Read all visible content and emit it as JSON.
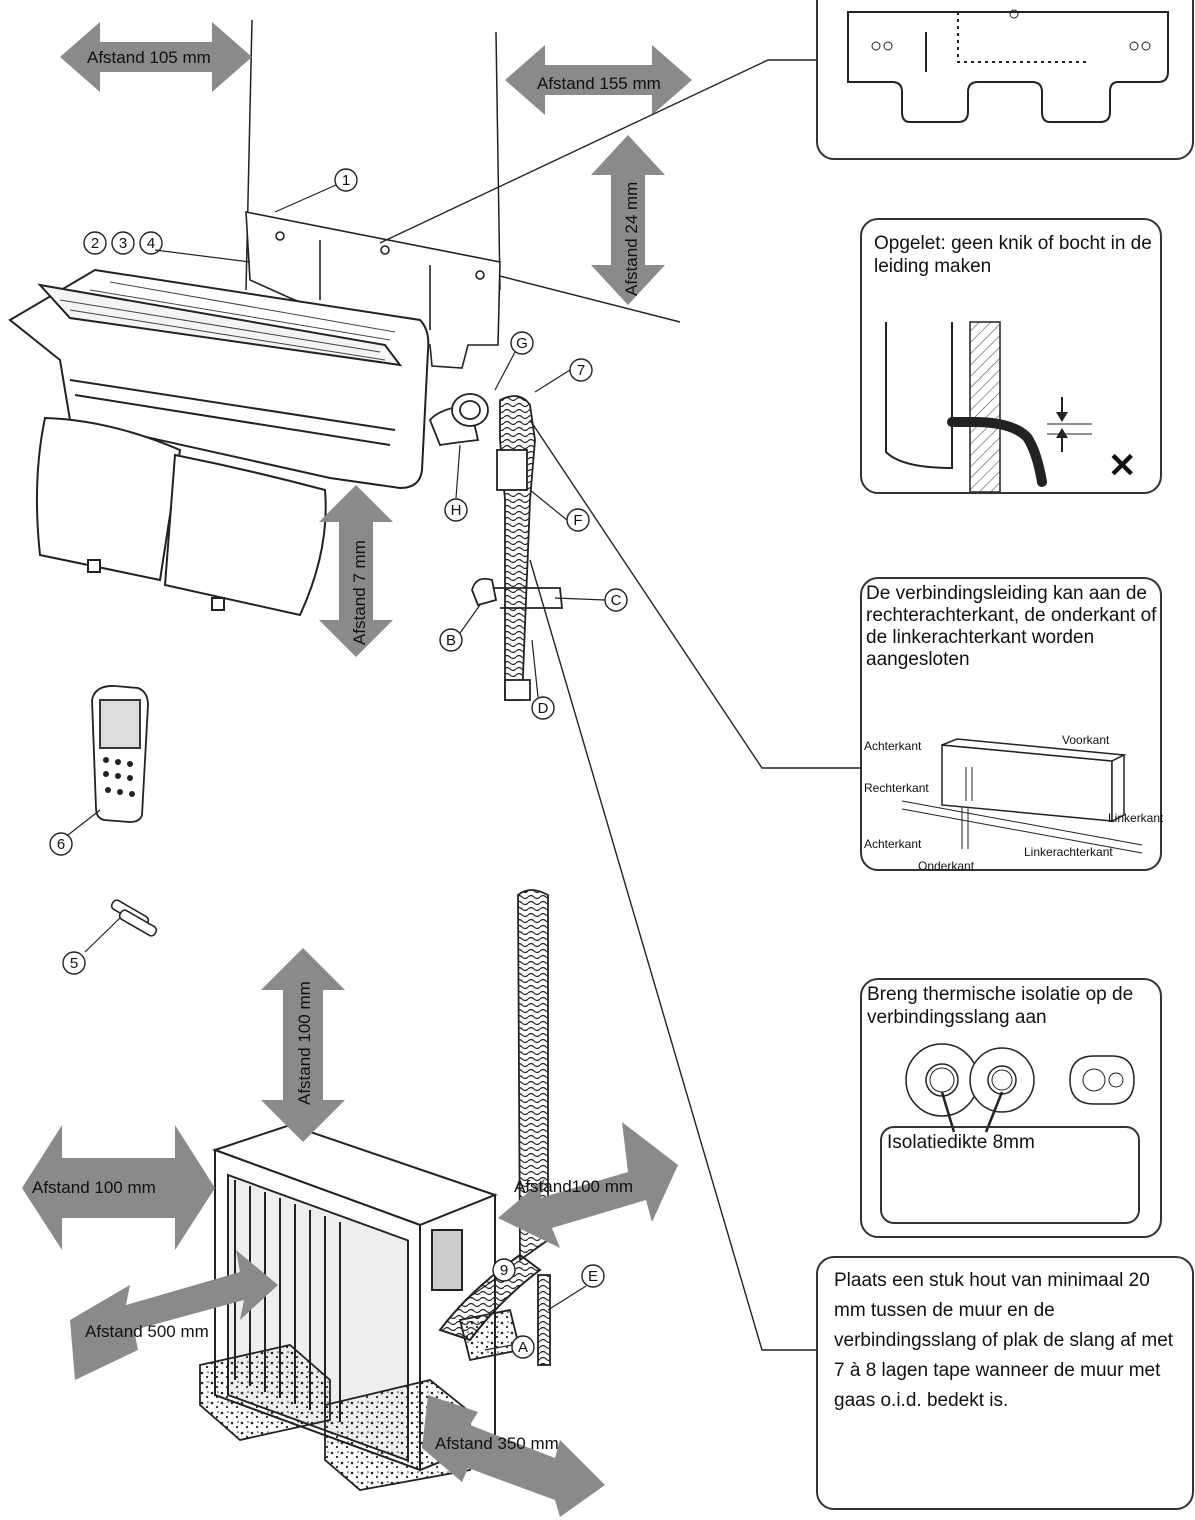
{
  "clearances": {
    "indoor_left": "Afstand 105 mm",
    "indoor_right": "Afstand 155 mm",
    "indoor_top": "Afstand 24 mm",
    "indoor_bottom": "Afstand 7 mm",
    "outdoor_top": "Afstand 100 mm",
    "outdoor_left": "Afstand 100 mm",
    "outdoor_right": "Afstand100 mm",
    "outdoor_front": "Afstand 500 mm",
    "outdoor_rear": "Afstand 350 mm"
  },
  "callouts": {
    "n1": "1",
    "n2": "2",
    "n3": "3",
    "n4": "4",
    "n5": "5",
    "n6": "6",
    "n7": "7",
    "n9": "9",
    "A": "A",
    "B": "B",
    "C": "C",
    "D": "D",
    "E": "E",
    "F": "F",
    "G": "G",
    "H": "H"
  },
  "notes": {
    "kink": "Opgelet: geen knik of bocht in de leiding maken",
    "kink_mark": "✕",
    "connection": "De verbindingsleiding kan aan de rechterachterkant, de onderkant of de linkerachterkant worden aangesloten",
    "insulation": "Breng thermische isolatie op de verbindingsslang aan",
    "insulation_thickness": "Isolatiedikte 8mm",
    "wood": "Plaats een stuk hout van minimaal 20 mm tussen de muur en de verbindingsslang of plak de slang af met 7 à 8 lagen tape wanneer de muur met gaas o.i.d. bedekt is."
  },
  "connection_sides": {
    "achterkant_top": "Achterkant",
    "voorkant": "Voorkant",
    "rechterkant": "Rechterkant",
    "linkerkant": "Linkerkant",
    "achterkant_bottom": "Achterkant",
    "linkerachterkant": "Linkerachterkant",
    "onderkant": "Onderkant"
  },
  "colors": {
    "arrow": "#8a8a8a",
    "line": "#222222"
  }
}
